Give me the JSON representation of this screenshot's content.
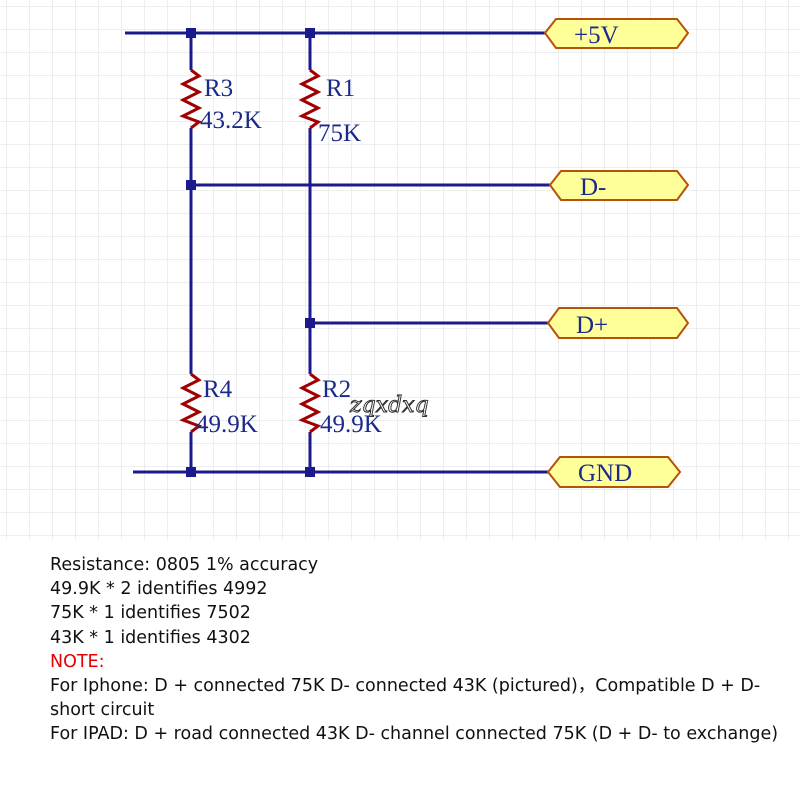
{
  "schematic": {
    "ports": {
      "vplus": "+5V",
      "dminus": "D-",
      "dplus": "D+",
      "gnd": "GND"
    },
    "resistors": {
      "r3": {
        "name": "R3",
        "value": "43.2K"
      },
      "r1": {
        "name": "R1",
        "value": "75K"
      },
      "r4": {
        "name": "R4",
        "value": "49.9K"
      },
      "r2": {
        "name": "R2",
        "value": "49.9K"
      }
    },
    "watermark": "zqxdxq",
    "colors": {
      "wire": "#1a1a8c",
      "port_fill": "#ffff99",
      "port_border": "#b5530b",
      "grid": "#d8d8d8"
    }
  },
  "notes": {
    "line1": "Resistance: 0805 1% accuracy",
    "line2": "49.9K * 2 identifies 4992",
    "line3": "75K * 1 identifies 7502",
    "line4": "43K * 1 identifies 4302",
    "note_label": "NOTE:",
    "line5a": "For Iphone: D + connected 75K D- connected 43K (pictured)，Compatible D + D-",
    "line5b": "short circuit",
    "line6": "For IPAD: D + road connected 43K D- channel connected 75K (D + D- to exchange)"
  }
}
